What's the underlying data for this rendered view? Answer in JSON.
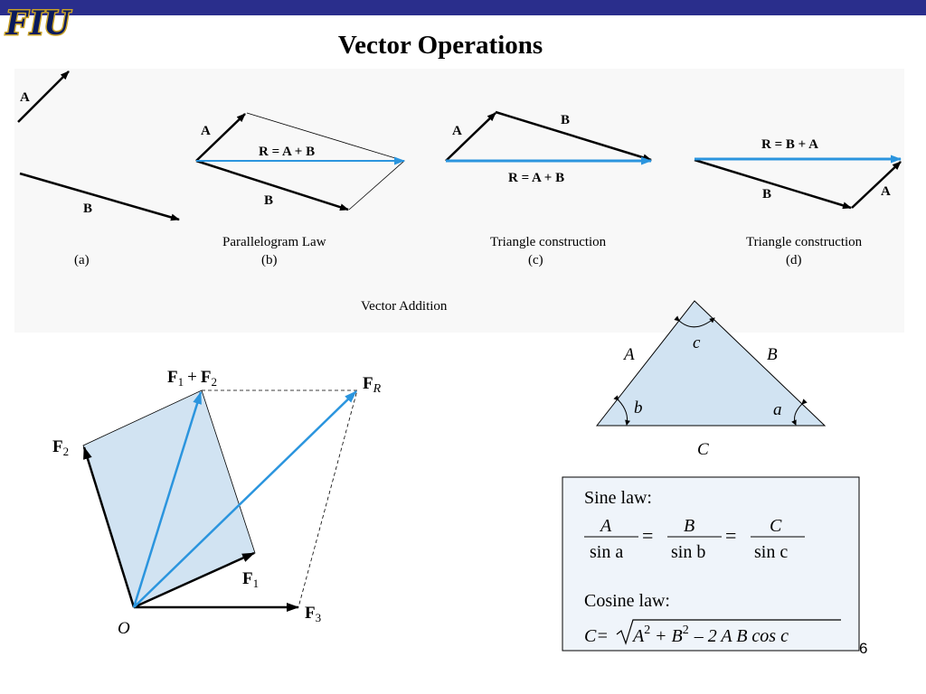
{
  "slide": {
    "logo_text": "FIU",
    "title": "Vector Operations",
    "page_number": "6"
  },
  "vector_addition": {
    "caption": "Vector Addition",
    "panel_a": {
      "label_a": "A",
      "label_b": "B",
      "tag": "(a)"
    },
    "panel_b": {
      "label_a": "A",
      "label_b": "B",
      "label_r": "R = A + B",
      "caption": "Parallelogram Law",
      "tag": "(b)"
    },
    "panel_c": {
      "label_a": "A",
      "label_b": "B",
      "label_r": "R = A + B",
      "caption": "Triangle construction",
      "tag": "(c)"
    },
    "panel_d": {
      "label_a": "A",
      "label_b": "B",
      "label_r": "R = B + A",
      "caption": "Triangle construction",
      "tag": "(d)"
    }
  },
  "force_diagram": {
    "f1": "F",
    "f1_sub": "1",
    "f2": "F",
    "f2_sub": "2",
    "f3": "F",
    "f3_sub": "3",
    "fr": "F",
    "fr_sub": "R",
    "sum_f1": "F",
    "sum_sub1": "1",
    "sum_plus": "+",
    "sum_f2": "F",
    "sum_sub2": "2",
    "origin": "O"
  },
  "triangle": {
    "side_a": "A",
    "side_b": "B",
    "side_c": "C",
    "angle_a": "a",
    "angle_b": "b",
    "angle_c": "c"
  },
  "laws": {
    "sine_title": "Sine law:",
    "sine_num_1": "A",
    "sine_den_1": "sin a",
    "sine_num_2": "B",
    "sine_den_2": "sin b",
    "sine_num_3": "C",
    "sine_den_3": "sin c",
    "equals": "=",
    "cosine_title": "Cosine law:",
    "cosine_lhs": "C=",
    "cosine_term1": "A",
    "cosine_exp1": "2",
    "cosine_plus": "+",
    "cosine_term2": "B",
    "cosine_exp2": "2",
    "cosine_rest": "– 2 A B cos c"
  },
  "colors": {
    "bar": "#2a2e8c",
    "result_arrow": "#2b95de",
    "fill": "#d1e3f2",
    "panel_bg": "#f8f8f8",
    "laws_bg": "#eff4fa"
  }
}
